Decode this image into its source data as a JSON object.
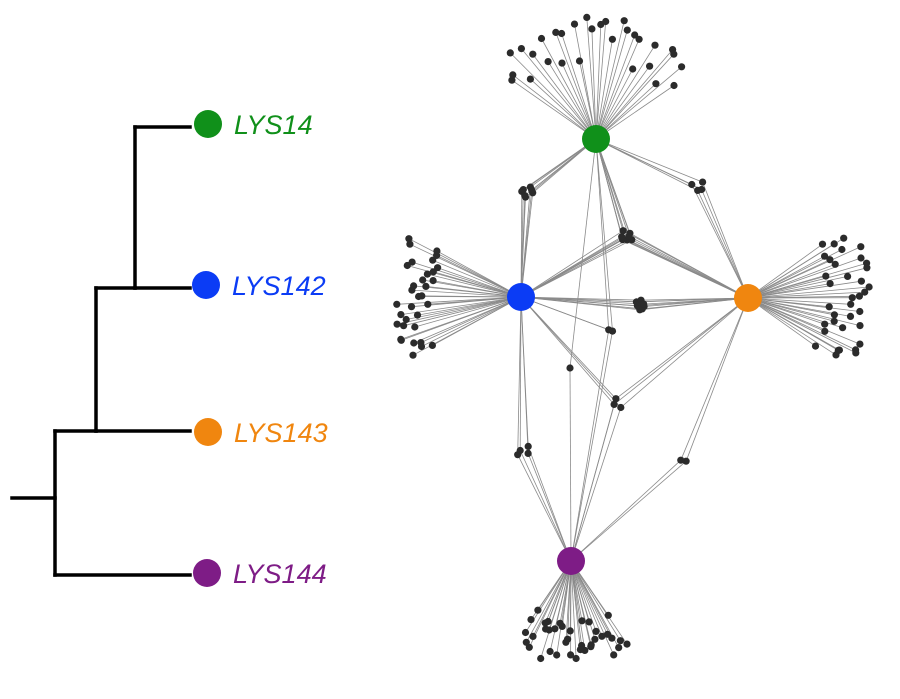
{
  "tree": {
    "leaves": [
      {
        "id": "lys14",
        "label": "LYS14",
        "color": "#10901a"
      },
      {
        "id": "lys142",
        "label": "LYS142",
        "color": "#0b3cf5"
      },
      {
        "id": "lys143",
        "label": "LYS143",
        "color": "#f0860f"
      },
      {
        "id": "lys144",
        "label": "LYS144",
        "color": "#7e1c86"
      }
    ]
  },
  "network": {
    "hubs": [
      "lys14",
      "lys142",
      "lys143",
      "lys144"
    ],
    "leaf_color": "#2b2b2b",
    "edge_color": "#8a8a8a",
    "groups": [
      {
        "id": "lys14-private",
        "connects": [
          "lys14"
        ],
        "nodes": 30
      },
      {
        "id": "lys142-private",
        "connects": [
          "lys142"
        ],
        "nodes": 33
      },
      {
        "id": "lys143-private",
        "connects": [
          "lys143"
        ],
        "nodes": 36
      },
      {
        "id": "lys144-private",
        "connects": [
          "lys144"
        ],
        "nodes": 38
      },
      {
        "id": "lys14-lys142",
        "connects": [
          "lys14",
          "lys142"
        ],
        "nodes": 7
      },
      {
        "id": "lys14-lys143",
        "connects": [
          "lys14",
          "lys143"
        ],
        "nodes": 4
      },
      {
        "id": "lys14-lys142-lys143",
        "connects": [
          "lys14",
          "lys142",
          "lys143"
        ],
        "nodes": 8
      },
      {
        "id": "lys142-lys143",
        "connects": [
          "lys142",
          "lys143"
        ],
        "nodes": 8
      },
      {
        "id": "lys14-lys142-lys144",
        "connects": [
          "lys14",
          "lys142",
          "lys144"
        ],
        "nodes": 2
      },
      {
        "id": "lys142-lys144",
        "connects": [
          "lys142",
          "lys144"
        ],
        "nodes": 4
      },
      {
        "id": "lys14-lys144",
        "connects": [
          "lys14",
          "lys144"
        ],
        "nodes": 1
      },
      {
        "id": "lys142-lys143-lys144",
        "connects": [
          "lys142",
          "lys143",
          "lys144"
        ],
        "nodes": 3
      },
      {
        "id": "lys143-lys144",
        "connects": [
          "lys143",
          "lys144"
        ],
        "nodes": 2
      }
    ]
  }
}
